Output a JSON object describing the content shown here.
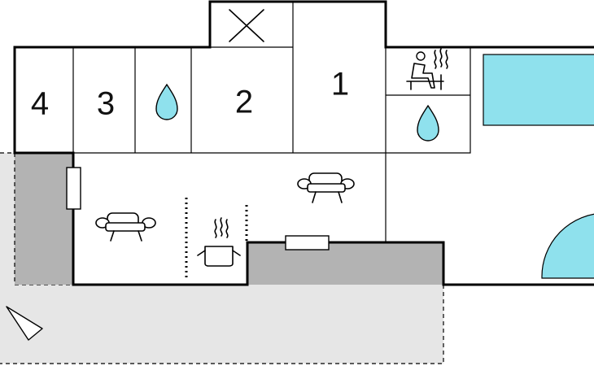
{
  "rooms": {
    "room_4": "4",
    "room_3": "3",
    "room_2": "2",
    "room_1": "1"
  },
  "colors": {
    "terrace": "#e6e6e6",
    "shaded": "#b3b3b3",
    "water": "#8fe1ed",
    "wall": "#000000"
  },
  "icons": [
    "cross-icon",
    "water-drop-icon",
    "sauna-icon",
    "sofa-icon",
    "cooking-pot-icon",
    "compass-arrow-icon"
  ]
}
